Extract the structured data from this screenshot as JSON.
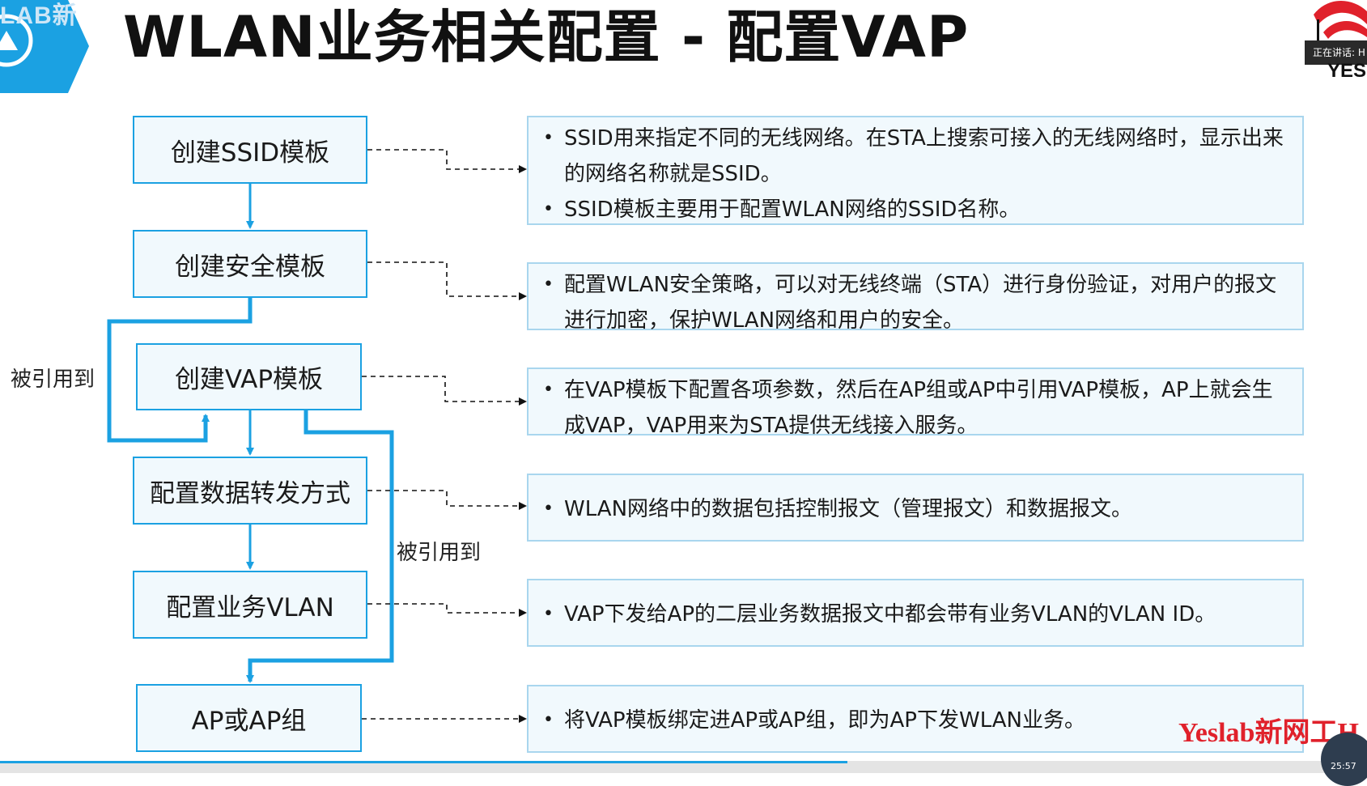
{
  "header": {
    "watermark_left": "LAB新",
    "title": "WLAN业务相关配置 - 配置VAP",
    "speaking_label": "正在讲话: H",
    "corner_text": "YES"
  },
  "steps": [
    {
      "label": "创建SSID模板"
    },
    {
      "label": "创建安全模板"
    },
    {
      "label": "创建VAP模板"
    },
    {
      "label": "配置数据转发方式"
    },
    {
      "label": "配置业务VLAN"
    },
    {
      "label": "AP或AP组"
    }
  ],
  "descriptions": [
    {
      "bullets": [
        "SSID用来指定不同的无线网络。在STA上搜索可接入的无线网络时，显示出来的网络名称就是SSID。",
        "SSID模板主要用于配置WLAN网络的SSID名称。"
      ]
    },
    {
      "bullets": [
        "配置WLAN安全策略，可以对无线终端（STA）进行身份验证，对用户的报文进行加密，保护WLAN网络和用户的安全。"
      ]
    },
    {
      "bullets": [
        "在VAP模板下配置各项参数，然后在AP组或AP中引用VAP模板，AP上就会生成VAP，VAP用来为STA提供无线接入服务。"
      ]
    },
    {
      "bullets": [
        "WLAN网络中的数据包括控制报文（管理报文）和数据报文。"
      ]
    },
    {
      "bullets": [
        "VAP下发给AP的二层业务数据报文中都会带有业务VLAN的VLAN ID。"
      ]
    },
    {
      "bullets": [
        "将VAP模板绑定进AP或AP组，即为AP下发WLAN业务。"
      ]
    }
  ],
  "references": {
    "left_label": "被引用到",
    "right_label": "被引用到"
  },
  "brand": "Yeslab新网工H",
  "video": {
    "time": "25:57",
    "progress": 0.62
  },
  "colors": {
    "accent": "#1ba1e2",
    "box_fill": "#f1f9fd",
    "desc_border": "#a9d6ee",
    "brand_red": "#e0212b"
  }
}
